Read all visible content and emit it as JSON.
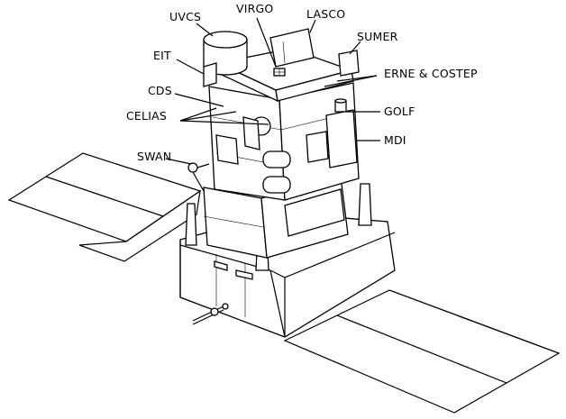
{
  "labels": {
    "uvcs": "UVCS",
    "virgo": "VIRGO",
    "lasco": "LASCO",
    "sumer": "SUMER",
    "eit": "EIT",
    "erne_costep": "ERNE & COSTEP",
    "cds": "CDS",
    "golf": "GOLF",
    "celias": "CELIAS",
    "mdi": "MDI",
    "swan": "SWAN"
  }
}
